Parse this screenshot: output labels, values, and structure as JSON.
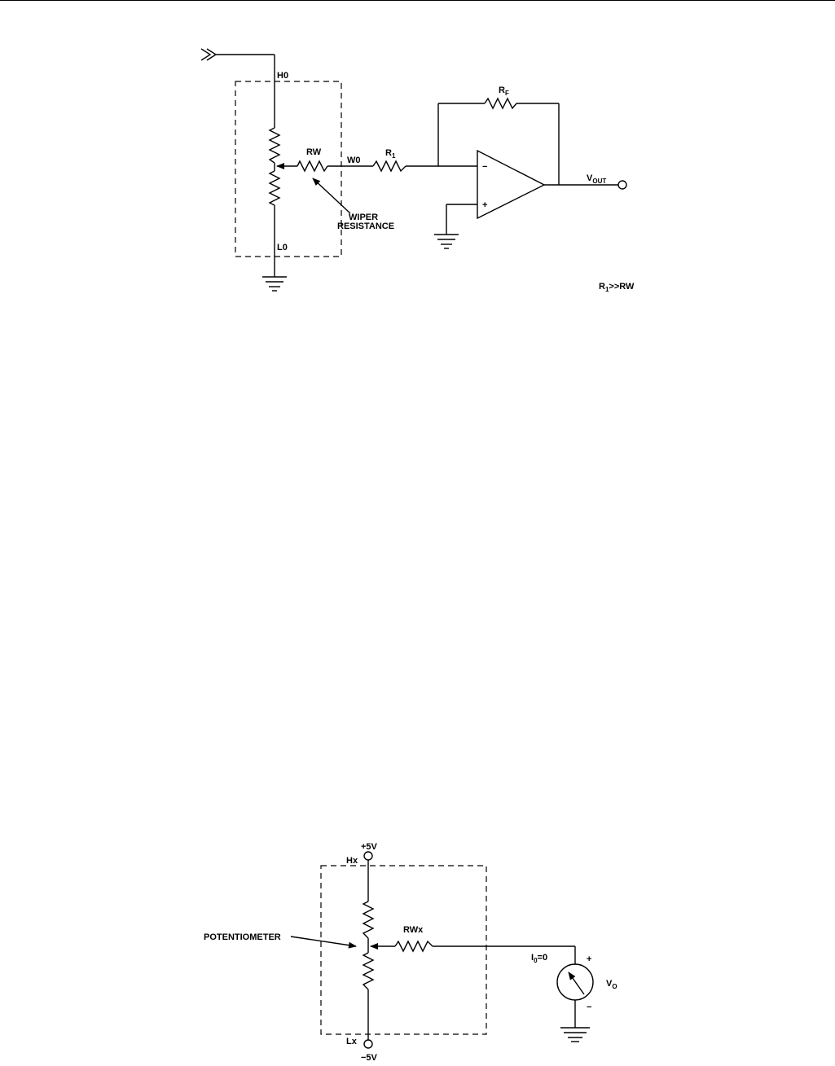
{
  "diagram1": {
    "labels": {
      "h0": "H0",
      "l0": "L0",
      "rw": "RW",
      "w0": "W0",
      "r1": "R",
      "r1_sub": "1",
      "rf": "R",
      "rf_sub": "F",
      "vout": "V",
      "vout_sub": "OUT",
      "minus": "−",
      "plus": "+",
      "wiper_line1": "WIPER",
      "wiper_line2": "RESISTANCE",
      "note_r": "R",
      "note_sub": "1",
      "note_rest": ">>RW"
    }
  },
  "diagram2": {
    "labels": {
      "plus5v": "+5V",
      "minus5v": "−5V",
      "hx": "Hx",
      "lx": "Lx",
      "rwx": "RWx",
      "potentiometer": "POTENTIOMETER",
      "i0": "I",
      "i0_sub": "0",
      "i0_rest": "=0",
      "meter_plus": "+",
      "meter_minus": "−",
      "vo": "V",
      "vo_sub": "O"
    }
  }
}
